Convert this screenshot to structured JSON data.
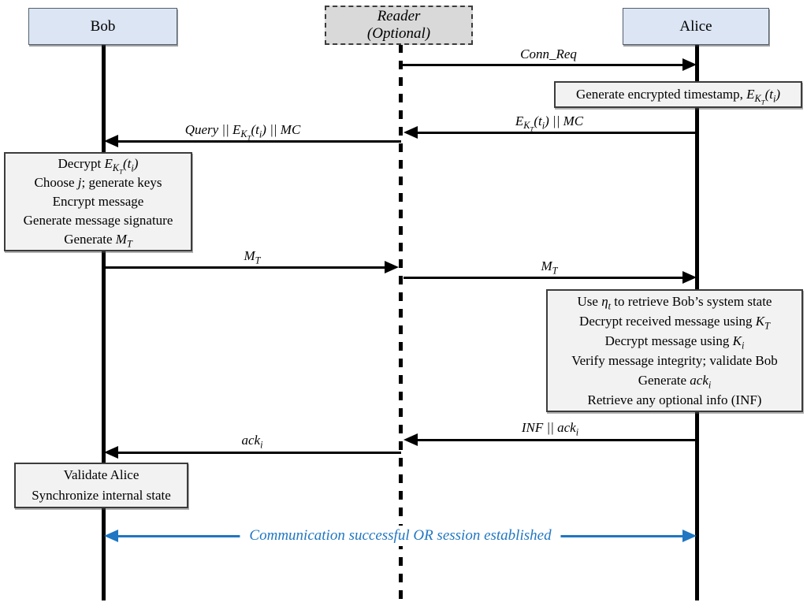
{
  "actors": {
    "bob": {
      "label": "Bob"
    },
    "reader": {
      "label": "Reader",
      "sublabel": "(Optional)"
    },
    "alice": {
      "label": "Alice"
    }
  },
  "messages": {
    "conn_req": {
      "label": "Conn_Req",
      "from": "Reader",
      "to": "Alice"
    },
    "ekt_mc": {
      "label": "E_{K_{T}}(t_{i}) || MC",
      "from": "Alice",
      "to": "Reader"
    },
    "query_ekt_mc": {
      "label": "Query || E_{K_{T}}(t_{i}) || MC",
      "from": "Reader",
      "to": "Bob"
    },
    "mt_bob_reader": {
      "label": "M_{T}",
      "from": "Bob",
      "to": "Reader"
    },
    "mt_reader_alice": {
      "label": "M_{T}",
      "from": "Reader",
      "to": "Alice"
    },
    "inf_ack": {
      "label": "INF || ack_{i}",
      "from": "Alice",
      "to": "Reader"
    },
    "ack": {
      "label": "ack_{i}",
      "from": "Reader",
      "to": "Bob"
    }
  },
  "notes": {
    "alice_timestamp": {
      "lines": [
        "Generate encrypted timestamp, *E_{K_{T}}(t_{i})*"
      ]
    },
    "bob_process": {
      "lines": [
        "Decrypt *E_{K_{T}}(t_{i})*",
        "Choose *j*; generate keys",
        "Encrypt message",
        "Generate message signature",
        "Generate *M_{T}*"
      ]
    },
    "alice_process": {
      "lines": [
        "Use *η_{t}* to retrieve Bob’s system state",
        "Decrypt received message using *K_{T}*",
        "Decrypt message using *K_{i}*",
        "Verify message integrity; validate Bob",
        "Generate *ack_{i}*",
        "Retrieve any optional info (INF)"
      ]
    },
    "bob_validate": {
      "lines": [
        "Validate Alice",
        "Synchronize internal state"
      ]
    }
  },
  "status_banner": {
    "label": "Communication successful OR session established",
    "from": "Bob",
    "to": "Alice"
  },
  "colors": {
    "accent_blue": "#1f76c2",
    "actor_fill": "#dbe5f3",
    "reader_fill": "#d9d9d9",
    "note_fill": "#f2f2f2",
    "line": "#000000"
  }
}
